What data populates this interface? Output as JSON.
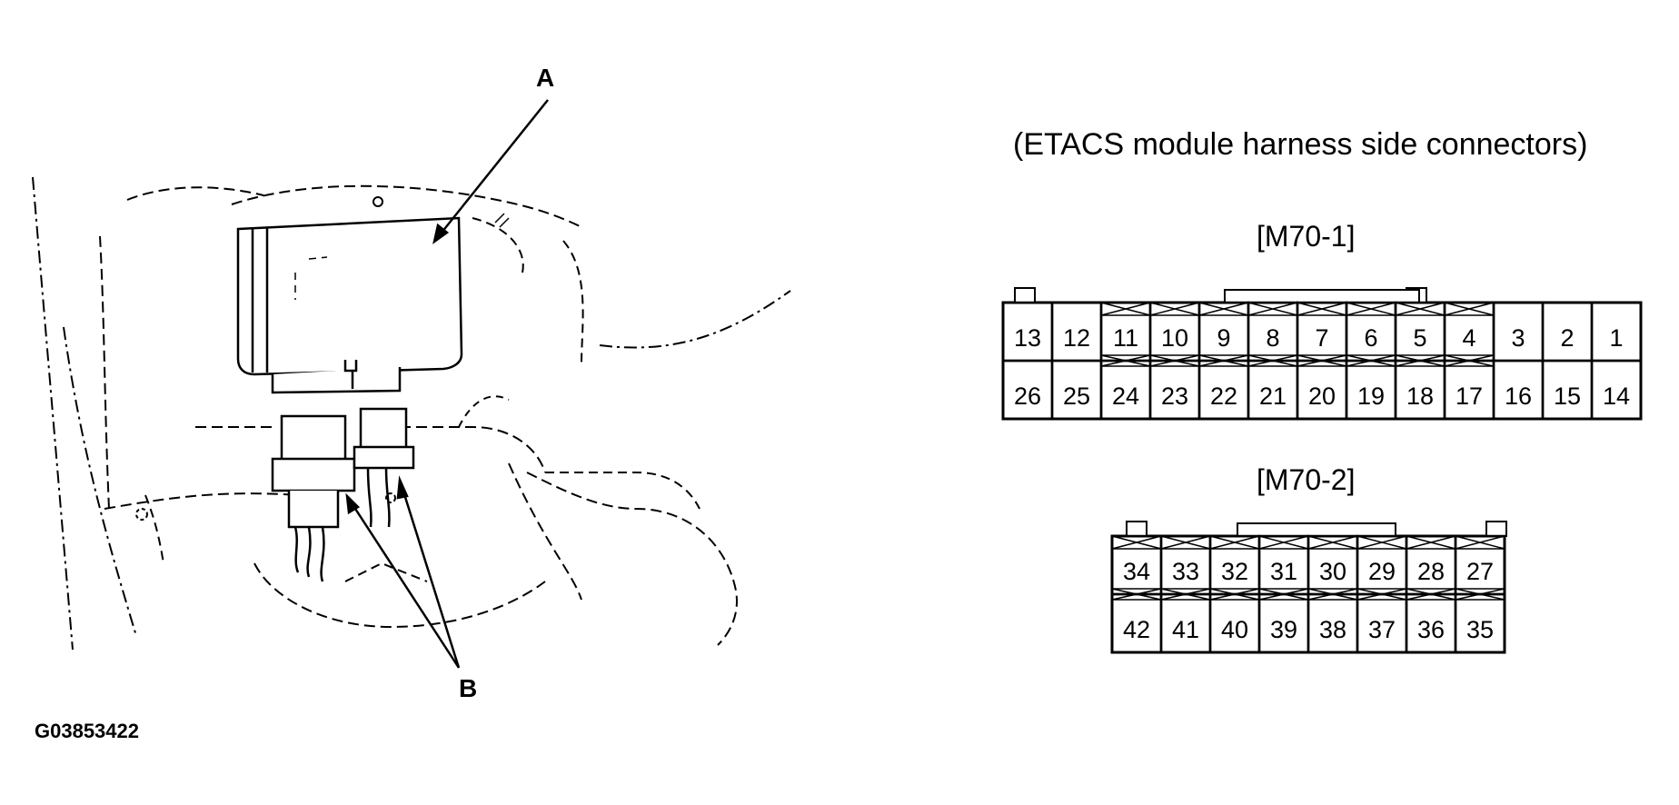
{
  "callouts": {
    "module_label": "A",
    "connector_label": "B"
  },
  "figure_code": "G03853422",
  "caption": "(ETACS module harness side connectors)",
  "connectors": [
    {
      "title": "[M70-1]",
      "top_row": [
        "13",
        "12",
        "11",
        "10",
        "9",
        "8",
        "7",
        "6",
        "5",
        "4",
        "3",
        "2",
        "1"
      ],
      "bottom_row": [
        "26",
        "25",
        "24",
        "23",
        "22",
        "21",
        "20",
        "19",
        "18",
        "17",
        "16",
        "15",
        "14"
      ]
    },
    {
      "title": "[M70-2]",
      "top_row": [
        "34",
        "33",
        "32",
        "31",
        "30",
        "29",
        "28",
        "27"
      ],
      "bottom_row": [
        "42",
        "41",
        "40",
        "39",
        "38",
        "37",
        "36",
        "35"
      ]
    }
  ]
}
